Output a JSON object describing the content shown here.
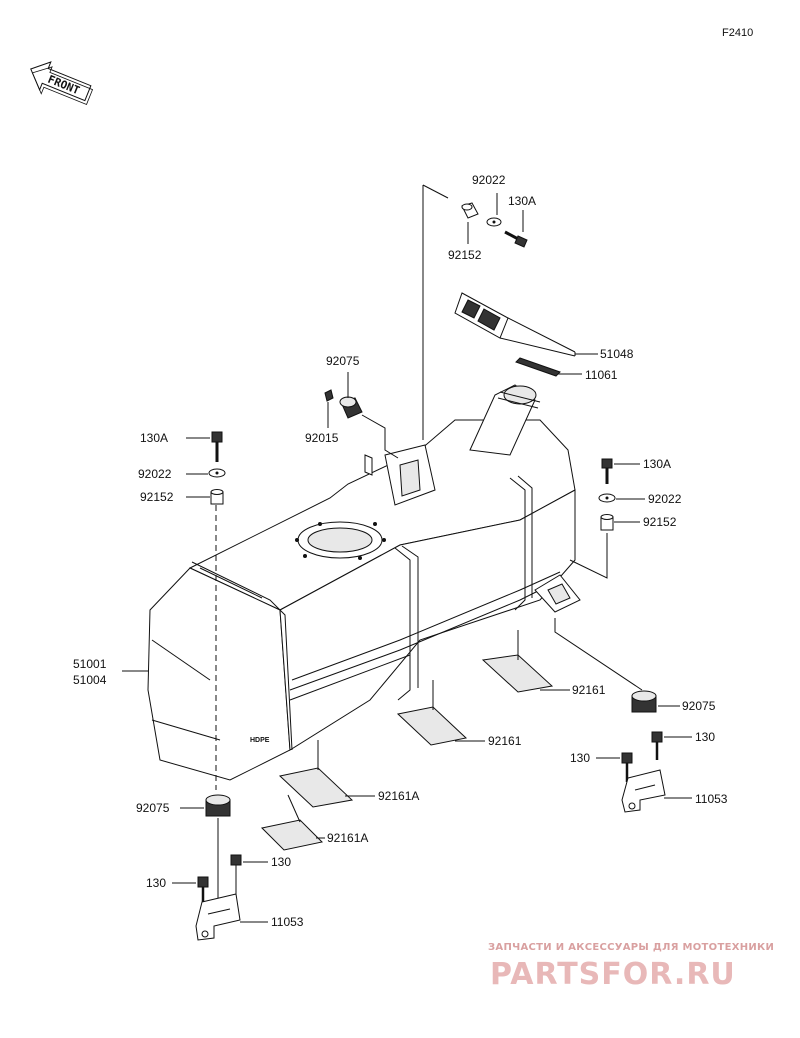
{
  "diagram": {
    "code": "F2410",
    "front_label": "FRONT",
    "tank_mark": "HDPE",
    "parts": {
      "p92022_top": "92022",
      "p130a_top": "130A",
      "p92152_top": "92152",
      "p51048": "51048",
      "p11061": "11061",
      "p92075_top": "92075",
      "p92015": "92015",
      "p130a_left": "130A",
      "p92022_left": "92022",
      "p92152_left": "92152",
      "p130a_right": "130A",
      "p92022_right": "92022",
      "p92152_right": "92152",
      "p51001": "51001",
      "p51004": "51004",
      "p92161_right": "92161",
      "p92075_right": "92075",
      "p92161_mid": "92161",
      "p130_right_a": "130",
      "p130_right_b": "130",
      "p11053_right": "11053",
      "p92075_left": "92075",
      "p92161a_a": "92161A",
      "p92161a_b": "92161A",
      "p130_left_a": "130",
      "p130_left_b": "130",
      "p11053_left": "11053"
    }
  },
  "watermark": {
    "top_line": "ЗАПЧАСТИ И АКСЕССУАРЫ ДЛЯ МОТОТЕХНИКИ",
    "brand": "PARTSFOR.RU"
  }
}
